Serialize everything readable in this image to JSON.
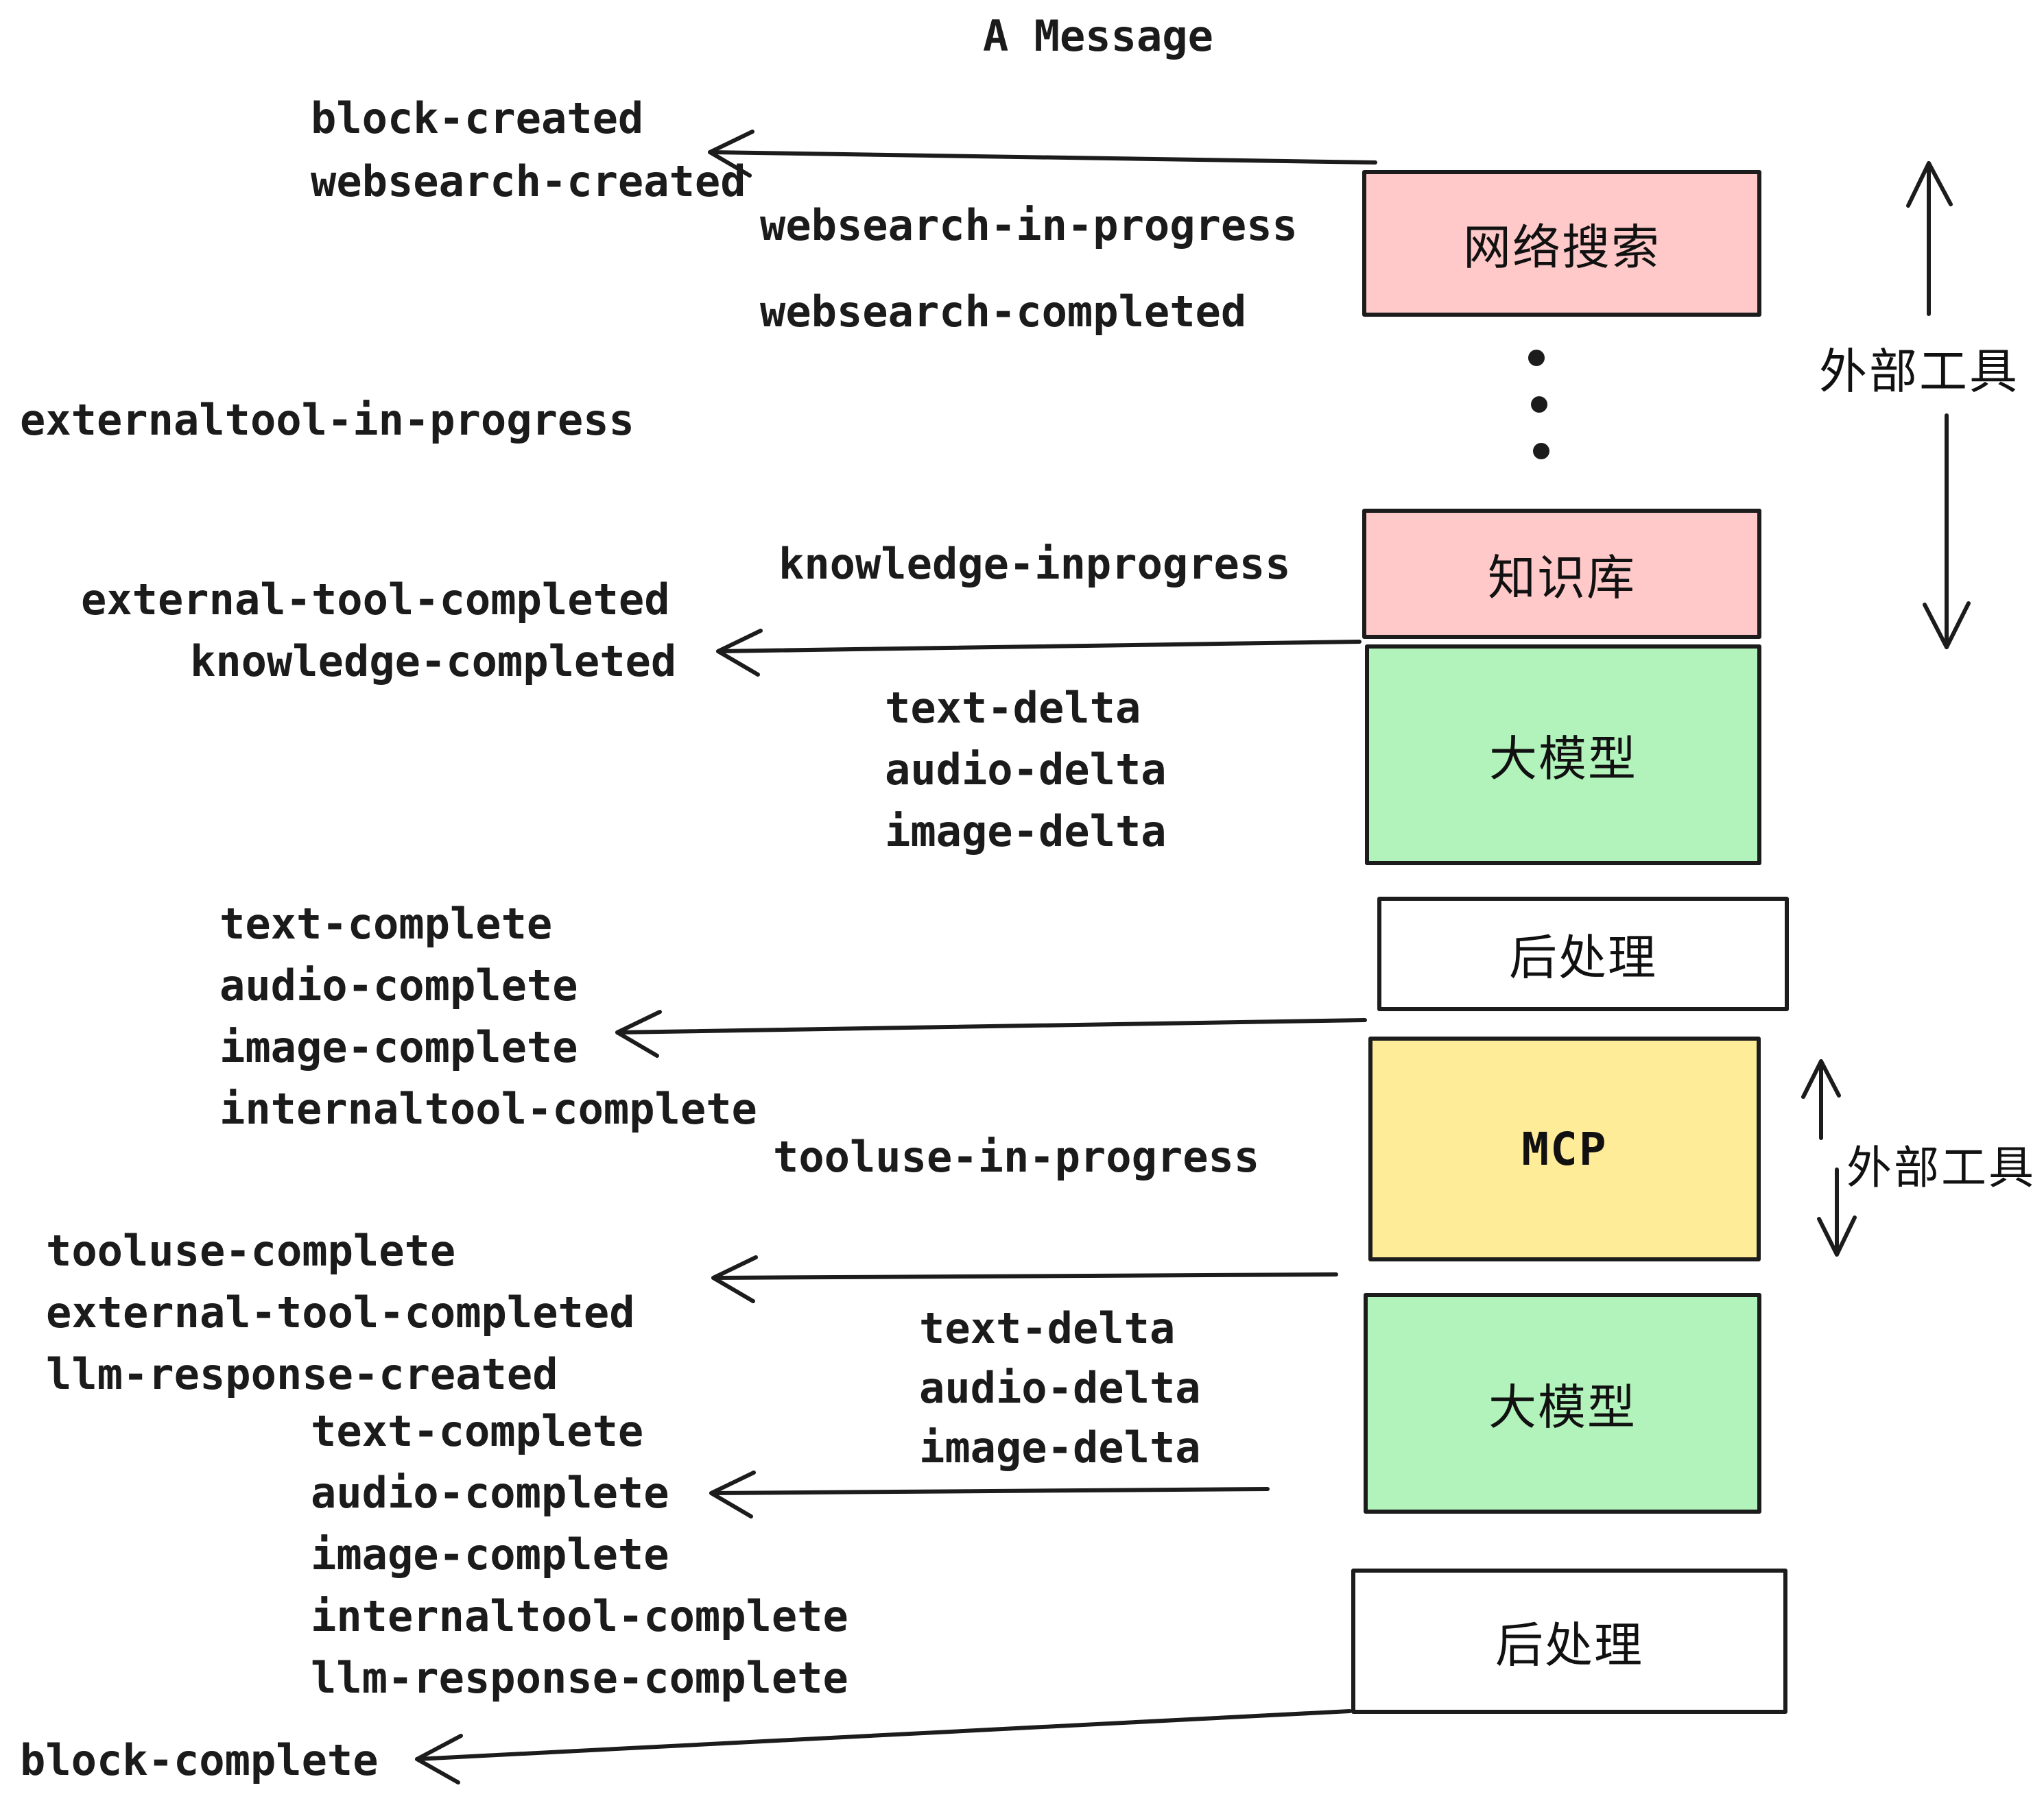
{
  "title": "A Message",
  "boxes": {
    "websearch": "网络搜索",
    "knowledge": "知识库",
    "llm1": "大模型",
    "post1": "后处理",
    "mcp": "MCP",
    "llm2": "大模型",
    "post2": "后处理"
  },
  "side_labels": {
    "external_tools_top": "外部工具",
    "external_tools_mcp": "外部工具"
  },
  "events": {
    "block_created": "block-created",
    "websearch_created": "websearch-created",
    "websearch_in_progress": "websearch-in-progress",
    "websearch_completed": "websearch-completed",
    "externaltool_in_progress": "externaltool-in-progress",
    "knowledge_inprogress": "knowledge-inprogress",
    "external_tool_completed_1": "external-tool-completed",
    "knowledge_completed": "knowledge-completed",
    "text_delta_1": "text-delta",
    "audio_delta_1": "audio-delta",
    "image_delta_1": "image-delta",
    "text_complete_1": "text-complete",
    "audio_complete_1": "audio-complete",
    "image_complete_1": "image-complete",
    "internaltool_complete_1": "internaltool-complete",
    "tooluse_in_progress": "tooluse-in-progress",
    "tooluse_complete": "tooluse-complete",
    "external_tool_completed_2": "external-tool-completed",
    "llm_response_created": "llm-response-created",
    "text_delta_2": "text-delta",
    "audio_delta_2": "audio-delta",
    "image_delta_2": "image-delta",
    "text_complete_2": "text-complete",
    "audio_complete_2": "audio-complete",
    "image_complete_2": "image-complete",
    "internaltool_complete_2": "internaltool-complete",
    "llm_response_complete": "llm-response-complete",
    "block_complete": "block-complete"
  },
  "colors": {
    "box_pink": "#ffc9c9",
    "box_green": "#b2f2bb",
    "box_yellow": "#ffec99",
    "box_white": "#ffffff",
    "ink": "#1b1b1b"
  }
}
